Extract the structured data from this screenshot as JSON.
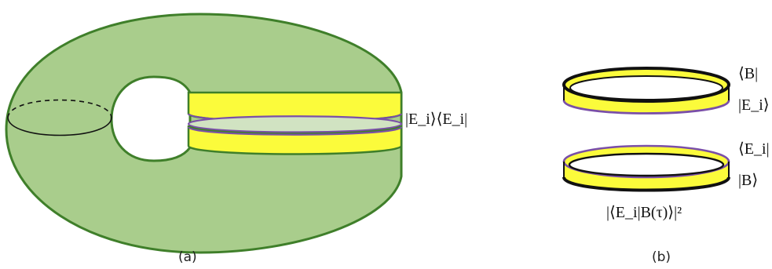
{
  "panels": {
    "a": {
      "caption": "(a)",
      "label_projector": "|E_i⟩⟨E_i|"
    },
    "b": {
      "caption": "(b)",
      "label_bra_B": "⟨B|",
      "label_ket_Ei": "|E_i⟩",
      "label_bra_Ei": "⟨E_i|",
      "label_ket_B": "|B⟩",
      "label_amplitude": "|⟨E_i|B(τ)⟩|²"
    }
  },
  "colors": {
    "torus_fill": "#a9cd8c",
    "torus_edge": "#3f7f2a",
    "band_yellow": "#fbfb3b",
    "band_purple": "#7a4fa8",
    "gap_light_green": "#d1e3c2",
    "band_black": "#111111"
  }
}
